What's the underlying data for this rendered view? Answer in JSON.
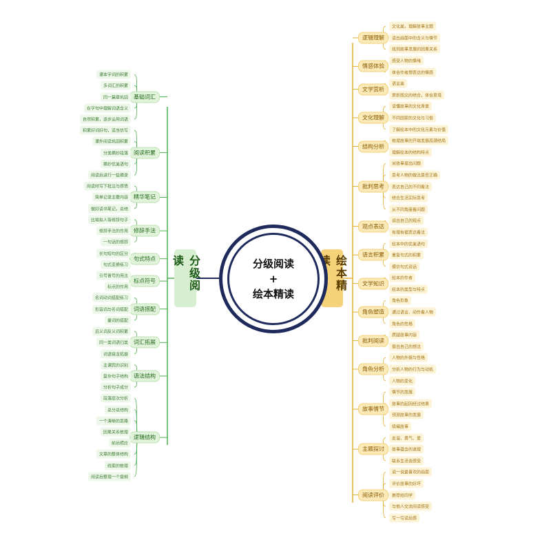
{
  "center": {
    "line1": "分级阅读",
    "plus": "+",
    "line2": "绘本精读"
  },
  "left_root": "分级阅读",
  "right_root": "绘本精读",
  "colors": {
    "center": "#1f2a5c",
    "left": "#4caf50",
    "right": "#e0b030"
  },
  "left_branches": [
    {
      "label": "基础词汇",
      "leaves": [
        "课本字词的积累",
        "多词汇的积累",
        "同一篇章巩固",
        "在字句中理解词语含义",
        "自然积累，逐步运用词语"
      ]
    },
    {
      "label": "阅读积累",
      "leaves": [
        "积累好词好句，适当仿写",
        "课外阅读巩固积累",
        "分类摘抄段落",
        "摘抄优美语句",
        "阅读后进行一些摘录"
      ]
    },
    {
      "label": "精华笔记",
      "leaves": [
        "阅读时写下批注与感悟",
        "简单记录主要内容",
        "做好读书笔记，总结"
      ]
    },
    {
      "label": "修辞手法",
      "leaves": [
        "比喻拟人等修辞句子",
        "修辞手法的作用",
        "一句话的修辞"
      ]
    },
    {
      "label": "句式特点",
      "leaves": [
        "长句短句的区分",
        "句式变换练习"
      ]
    },
    {
      "label": "标点符号",
      "leaves": [
        "引号冒号的用法",
        "标点的作用"
      ]
    },
    {
      "label": "词语搭配",
      "leaves": [
        "名词动词搭配练习",
        "形容词与名词搭配",
        "量词的搭配"
      ]
    },
    {
      "label": "词汇拓展",
      "leaves": [
        "近义词反义词积累",
        "同一类词语归类",
        "词语接龙拓展"
      ]
    },
    {
      "label": "语法结构",
      "leaves": [
        "主谓宾的识别",
        "复杂句子结构",
        "分析句子成分"
      ]
    },
    {
      "label": "逻辑结构",
      "leaves": [
        "段落层次分析",
        "总分总结构",
        "一个清晰的思路",
        "因果关系梳理",
        "前后照应",
        "文章的整体结构",
        "线索的梳理",
        "阅读后整理一个提纲"
      ]
    }
  ],
  "right_branches": [
    {
      "label": "逻辑理解",
      "leaves": [
        "文化美，理解故事主题",
        "读出画面中的含义与情节",
        "找到故事发展的因果关系"
      ]
    },
    {
      "label": "情感体验",
      "leaves": [
        "感受人物的情绪",
        "体会作者想表达的情感"
      ]
    },
    {
      "label": "文学赏析",
      "leaves": [
        "语言美",
        "赏析图文的结合，体会意境"
      ]
    },
    {
      "label": "文化理解",
      "leaves": [
        "读懂故事的文化背景",
        "不同国家的文化与习俗",
        "了解绘本中的文化元素与价值"
      ]
    },
    {
      "label": "结构分析",
      "leaves": [
        "梳理故事的开端发展高潮结局",
        "理解绘本的结构特点"
      ]
    },
    {
      "label": "批判思考",
      "leaves": [
        "对故事提出问题",
        "思考人物的做法是否正确",
        "表达自己的不同看法",
        "结合生活实际思考",
        "从不同角度看问题"
      ]
    },
    {
      "label": "观点表达",
      "leaves": [
        "说出自己的观点",
        "有理有据表达看法"
      ]
    },
    {
      "label": "语言积累",
      "leaves": [
        "绘本中的优美语句",
        "重复句式的积累",
        "模仿句式说话"
      ]
    },
    {
      "label": "文学知识",
      "leaves": [
        "绘本的作者",
        "绘本的类型与特点"
      ]
    },
    {
      "label": "角色塑造",
      "leaves": [
        "角色形象",
        "通过语言、动作看人物",
        "角色的性格"
      ]
    },
    {
      "label": "批判阅读",
      "leaves": [
        "质疑故事内容",
        "提出自己的想法"
      ]
    },
    {
      "label": "角色分析",
      "leaves": [
        "人物的外貌与性格",
        "分析人物的行为与动机",
        "人物的变化"
      ]
    },
    {
      "label": "故事情节",
      "leaves": [
        "情节的发展",
        "故事的起因经过结果",
        "预测故事的发展",
        "续编故事"
      ]
    },
    {
      "label": "主题探讨",
      "leaves": [
        "友谊、勇气、爱",
        "故事蕴含的道理",
        "联系生活谈感受"
      ]
    },
    {
      "label": "阅读评价",
      "leaves": [
        "说一说最喜欢的画面",
        "评价故事的好坏",
        "推荐给同学",
        "与他人交流阅读感受",
        "写一写读后感"
      ]
    }
  ]
}
